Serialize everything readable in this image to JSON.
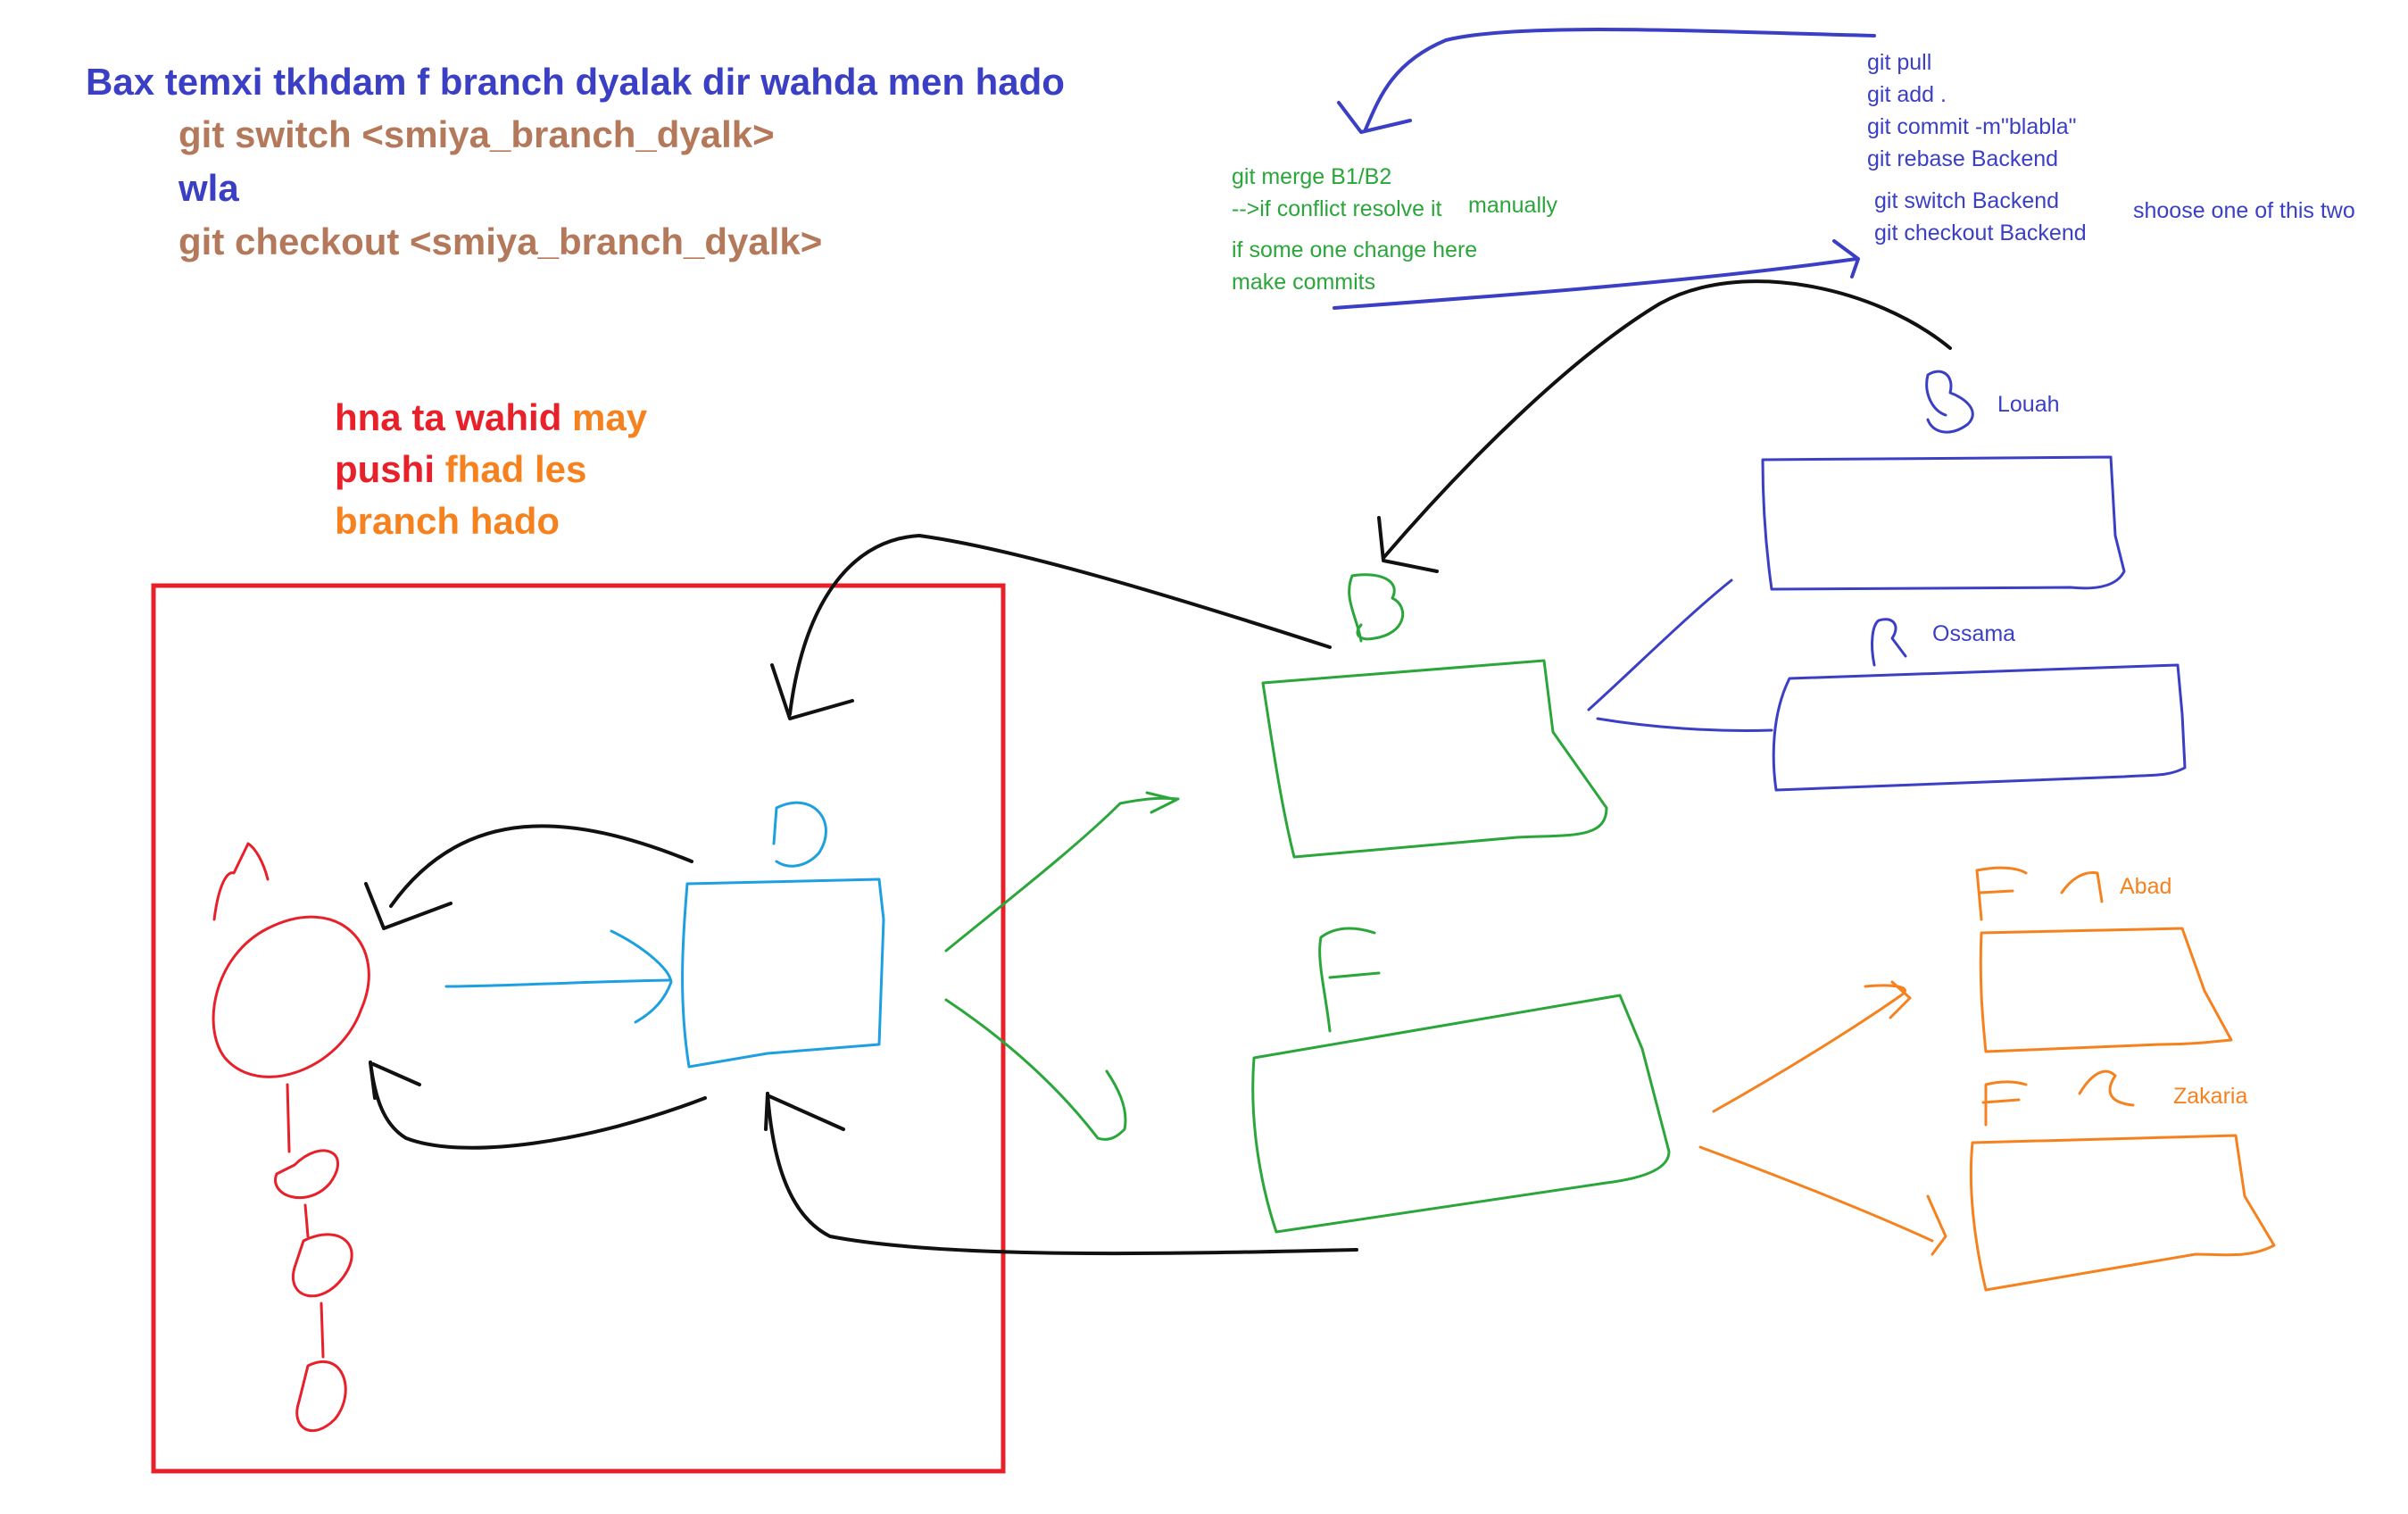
{
  "colors": {
    "blue": "#3b3fc4",
    "brown": "#b4785a",
    "red": "#e8202a",
    "orange": "#f5821f",
    "green": "#2aa63a",
    "cyan": "#1ea0e0",
    "black": "#111111"
  },
  "instructions": {
    "title": "Bax temxi tkhdam f branch dyalak dir wahda men hado",
    "cmd_switch": "git switch <smiya_branch_dyalk>",
    "or": "wla",
    "cmd_checkout": "git checkout <smiya_branch_dyalk>"
  },
  "note": {
    "line1_red": "hna ta wahid",
    "line1_orange": "may",
    "line2_red": "pushi",
    "line2_orange": "fhad les",
    "line3_orange": "branch hado"
  },
  "green_notes": {
    "merge": "git merge B1/B2",
    "conflict": "-->if conflict resolve it",
    "manually": "manually",
    "change": "if some one change here",
    "commits": "make commits"
  },
  "blue_commands": [
    "git pull",
    "git add .",
    "git commit -m\"blabla\"",
    "git rebase Backend"
  ],
  "blue_switch": [
    "git switch Backend",
    "git checkout Backend"
  ],
  "choose_note": "shoose one of this two",
  "people": {
    "louah": "Louah",
    "ossama": "Ossama",
    "abad": "Abad",
    "zakaria": "Zakaria"
  }
}
